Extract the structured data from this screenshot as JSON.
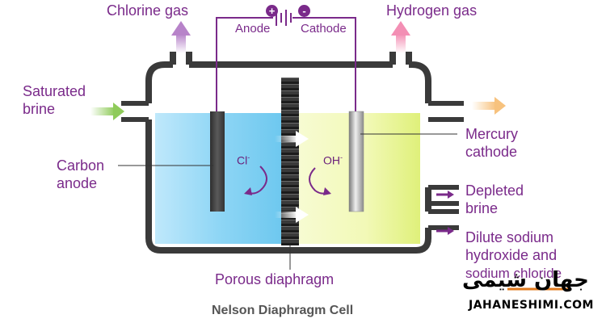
{
  "labels": {
    "chlorine_gas": "Chlorine gas",
    "hydrogen_gas": "Hydrogen gas",
    "anode": "Anode",
    "cathode": "Cathode",
    "saturated_brine_1": "Saturated",
    "saturated_brine_2": "brine",
    "carbon_anode_1": "Carbon",
    "carbon_anode_2": "anode",
    "mercury_cathode_1": "Mercury",
    "mercury_cathode_2": "cathode",
    "depleted_brine_1": "Depleted",
    "depleted_brine_2": "brine",
    "dilute_1": "Dilute sodium",
    "dilute_2": "hydroxide and",
    "dilute_3": "sodium chloride",
    "porous_diaphragm": "Porous diaphragm",
    "ion_cl": "Cl",
    "ion_oh": "OH",
    "minus_sup": "-",
    "plus_sign": "+",
    "minus_sign": "-"
  },
  "caption": "Nelson Diaphragm Cell",
  "watermark": {
    "arabic": "جهان شیمی",
    "latin": "JAHANESHIMI.COM"
  },
  "colors": {
    "label_purple": "#7a2a8a",
    "anode_solution": "#8fd6f5",
    "cathode_solution": "#eef7a0",
    "tank_outline": "#3a3a3a",
    "electrode_carbon": "#444444",
    "electrode_mercury": "#b0b0b0",
    "chlorine_arrow": "#c58ad0",
    "hydrogen_arrow": "#f39bb8",
    "brine_arrow": "#9ccf6a",
    "outlet_arrow": "#f8c98a"
  },
  "icons": [
    "battery-icon",
    "arrow-up-icon",
    "arrow-right-icon",
    "curved-arrow-icon"
  ]
}
